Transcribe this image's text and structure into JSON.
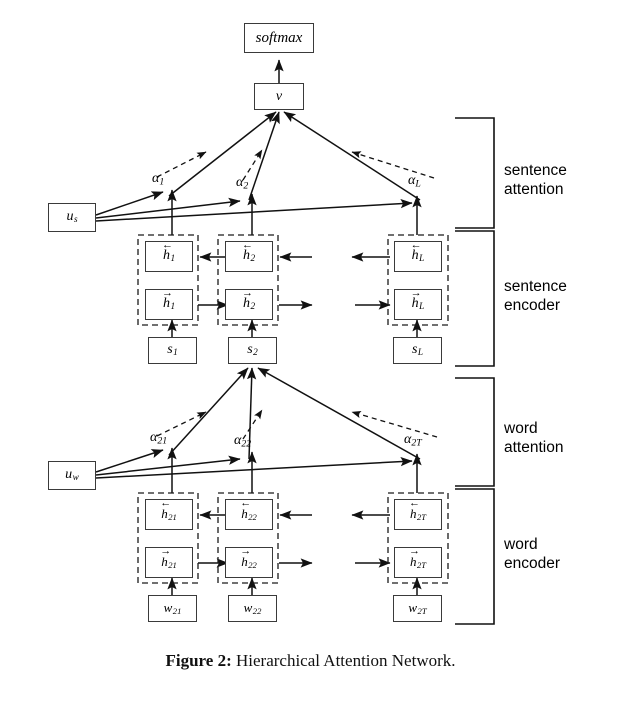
{
  "figure": {
    "caption_label": "Figure 2:",
    "caption_text": "Hierarchical Attention Network.",
    "title": "Hierarchical Attention Network"
  },
  "nodes": {
    "softmax": {
      "label": "softmax"
    },
    "v": {
      "label": "v"
    },
    "u_s": {
      "base": "u",
      "sub": "s"
    },
    "u_w": {
      "base": "u",
      "sub": "w"
    }
  },
  "sentence_level": {
    "attention_label": "sentence\nattention",
    "attention_label_line1": "sentence",
    "attention_label_line2": "attention",
    "encoder_label_line1": "sentence",
    "encoder_label_line2": "encoder",
    "alphas": [
      {
        "base": "α",
        "sub": "1"
      },
      {
        "base": "α",
        "sub": "2"
      },
      {
        "base": "α",
        "sub": "L"
      }
    ],
    "backward_states": [
      {
        "base": "h",
        "sub": "1",
        "arrow": "←"
      },
      {
        "base": "h",
        "sub": "2",
        "arrow": "←"
      },
      {
        "base": "h",
        "sub": "L",
        "arrow": "←"
      }
    ],
    "forward_states": [
      {
        "base": "h",
        "sub": "1",
        "arrow": "→"
      },
      {
        "base": "h",
        "sub": "2",
        "arrow": "→"
      },
      {
        "base": "h",
        "sub": "L",
        "arrow": "→"
      }
    ],
    "inputs": [
      {
        "base": "s",
        "sub": "1"
      },
      {
        "base": "s",
        "sub": "2"
      },
      {
        "base": "s",
        "sub": "L"
      }
    ]
  },
  "word_level": {
    "attention_label_line1": "word",
    "attention_label_line2": "attention",
    "encoder_label_line1": "word",
    "encoder_label_line2": "encoder",
    "alphas": [
      {
        "base": "α",
        "sub": "21"
      },
      {
        "base": "α",
        "sub": "22"
      },
      {
        "base": "α",
        "sub": "2T"
      }
    ],
    "backward_states": [
      {
        "base": "h",
        "sub": "21",
        "arrow": "←"
      },
      {
        "base": "h",
        "sub": "22",
        "arrow": "←"
      },
      {
        "base": "h",
        "sub": "2T",
        "arrow": "←"
      }
    ],
    "forward_states": [
      {
        "base": "h",
        "sub": "21",
        "arrow": "→"
      },
      {
        "base": "h",
        "sub": "22",
        "arrow": "→"
      },
      {
        "base": "h",
        "sub": "2T",
        "arrow": "→"
      }
    ],
    "inputs": [
      {
        "base": "w",
        "sub": "21"
      },
      {
        "base": "w",
        "sub": "22"
      },
      {
        "base": "w",
        "sub": "2T"
      }
    ]
  },
  "colors": {
    "stroke": "#1a1a1a",
    "box_border": "#3a3a3a",
    "dashed": "#1a1a1a",
    "background": "#ffffff",
    "text": "#000000"
  }
}
